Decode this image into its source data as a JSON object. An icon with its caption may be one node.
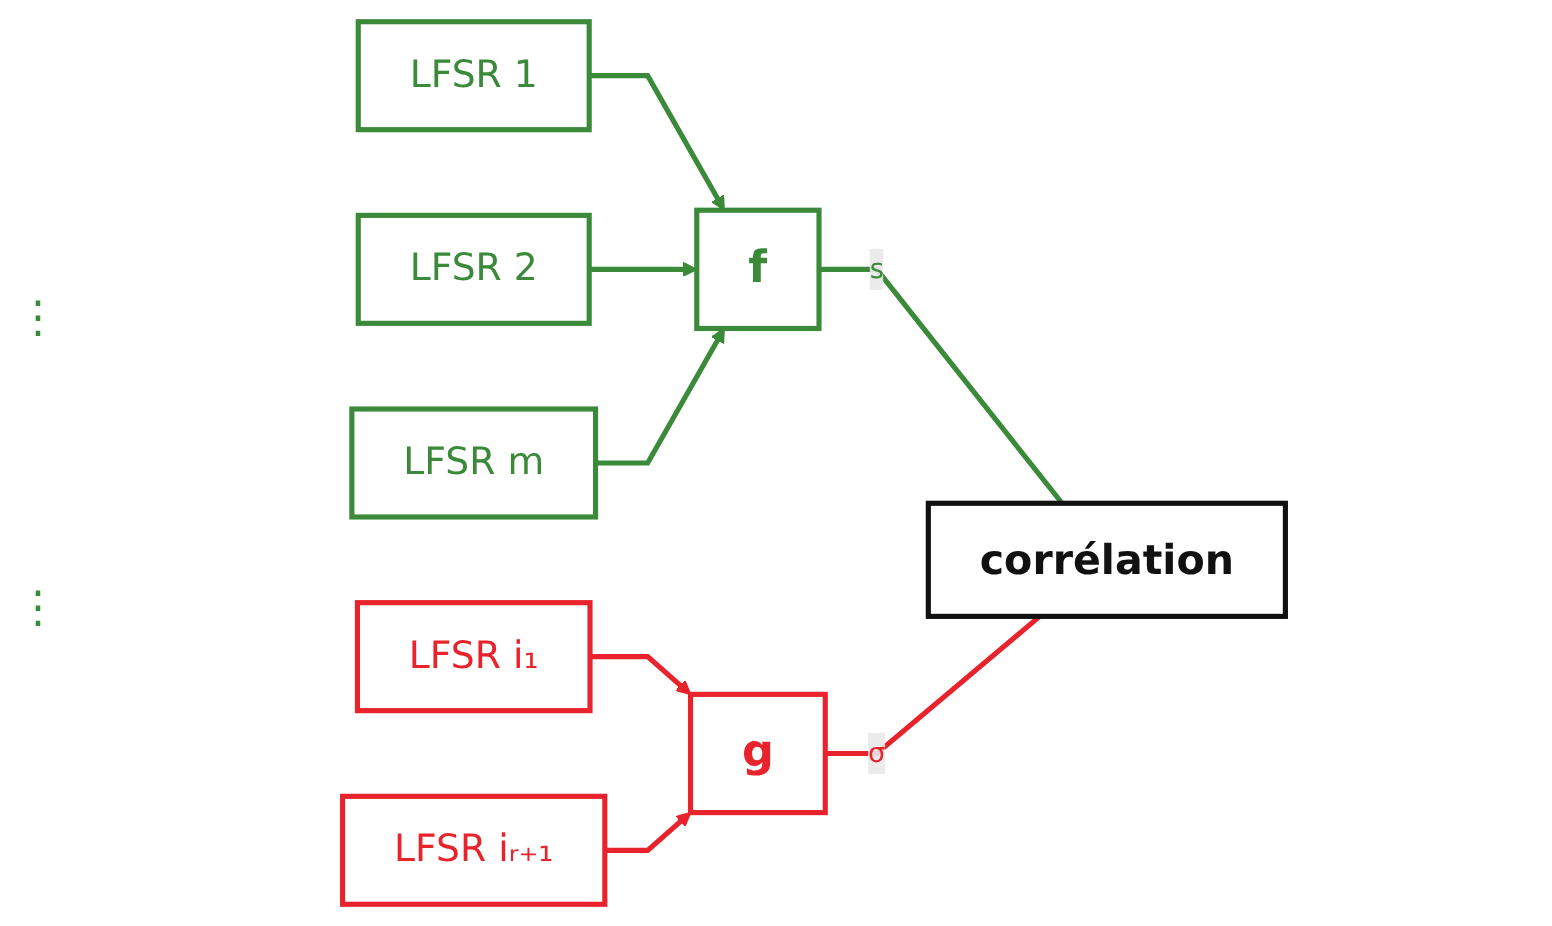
{
  "diagram": {
    "nodes": [
      {
        "text": [
          "LFSR 1"
        ]
      },
      {
        "text": [
          "LFSR 2"
        ]
      },
      {
        "text": [
          "LFSR m"
        ]
      },
      {
        "text": [
          "f"
        ]
      },
      {
        "text": [
          "corrélation"
        ]
      },
      {
        "text": [
          "LFSR i₁"
        ]
      },
      {
        "text": [
          "LFSR iᵣ₊₁"
        ]
      },
      {
        "text": [
          "g"
        ]
      }
    ],
    "edges": [
      {
        "from": 0,
        "to": 3,
        "arrow": "to"
      },
      {
        "from": 1,
        "to": 3,
        "arrow": "to"
      },
      {
        "from": 2,
        "to": 3,
        "arrow": "to"
      },
      {
        "from": 3,
        "to": 4,
        "arrow": "none",
        "label": "s"
      },
      {
        "from": 5,
        "to": 7,
        "arrow": "to",
        "color": "#e8232b"
      },
      {
        "from": 6,
        "to": 7,
        "arrow": "to",
        "color": "#e8232b"
      },
      {
        "from": 7,
        "to": 4,
        "arrow": "none",
        "label": "σ",
        "color": "#e8232b"
      }
    ],
    "labels": [
      "⋮",
      "⋮"
    ]
  }
}
